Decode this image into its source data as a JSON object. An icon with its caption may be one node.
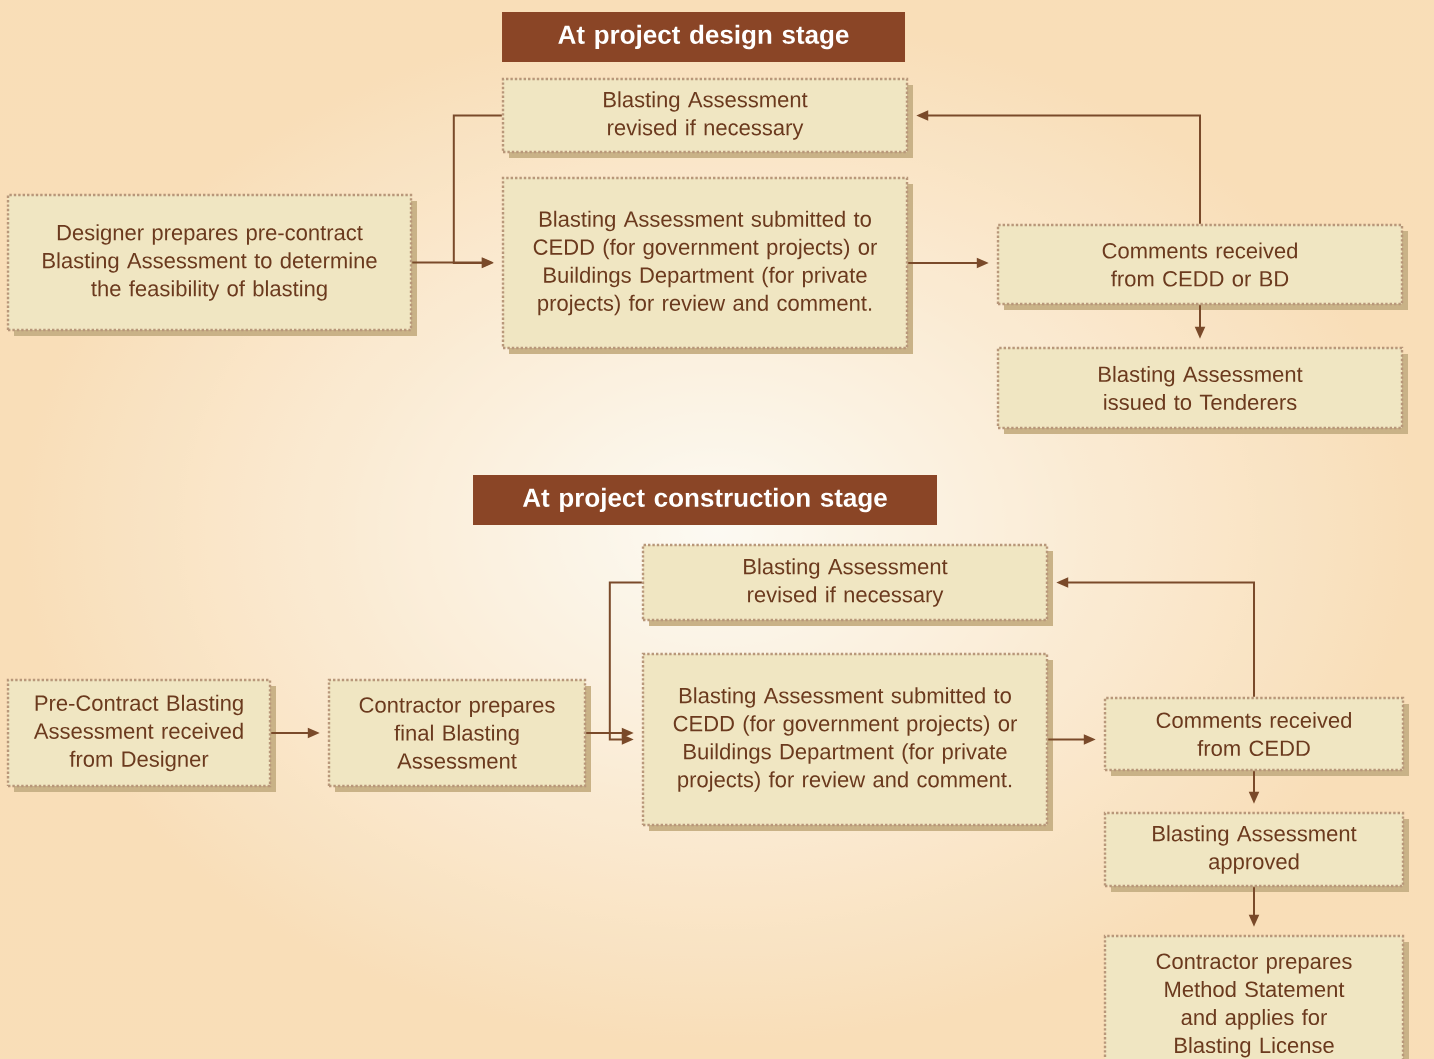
{
  "diagram": {
    "nodes": [
      {
        "text": [
          "At project design stage"
        ]
      },
      {
        "text": [
          "Blasting Assessment revised if necessary"
        ]
      },
      {
        "text": [
          "Designer prepares pre-contract Blasting Assessment to determine the feasibility of blasting"
        ]
      },
      {
        "text": [
          "Blasting Assessment submitted to CEDD (for government projects) or Buildings Department (for private projects) for review and comment."
        ]
      },
      {
        "text": [
          "Comments received from CEDD or BD"
        ]
      },
      {
        "text": [
          "Blasting Assessment issued to Tenderers"
        ]
      },
      {
        "text": [
          "At project construction stage"
        ]
      },
      {
        "text": [
          "Blasting Assessment revised if necessary"
        ]
      },
      {
        "text": [
          "Pre-Contract Blasting Assessment received from Designer"
        ]
      },
      {
        "text": [
          "Contractor prepares final Blasting Assessment"
        ]
      },
      {
        "text": [
          "Blasting Assessment submitted to CEDD (for government projects) or Buildings Department (for private projects) for review and comment."
        ]
      },
      {
        "text": [
          "Comments received from CEDD"
        ]
      },
      {
        "text": [
          "Blasting Assessment approved"
        ]
      },
      {
        "text": [
          "Contractor prepares Method Statement and applies for Blasting License"
        ]
      }
    ],
    "edges": [
      {
        "from": 1,
        "to": 3,
        "arrow": "to"
      },
      {
        "from": 2,
        "to": 3,
        "arrow": "to"
      },
      {
        "from": 3,
        "to": 4,
        "arrow": "to"
      },
      {
        "from": 4,
        "to": 1,
        "arrow": "to"
      },
      {
        "from": 4,
        "to": 5,
        "arrow": "to"
      },
      {
        "from": 8,
        "to": 9,
        "arrow": "to"
      },
      {
        "from": 9,
        "to": 10,
        "arrow": "to"
      },
      {
        "from": 7,
        "to": 10,
        "arrow": "to"
      },
      {
        "from": 10,
        "to": 11,
        "arrow": "to"
      },
      {
        "from": 11,
        "to": 7,
        "arrow": "to"
      },
      {
        "from": 11,
        "to": 12,
        "arrow": "to"
      },
      {
        "from": 12,
        "to": 13,
        "arrow": "to"
      }
    ]
  }
}
